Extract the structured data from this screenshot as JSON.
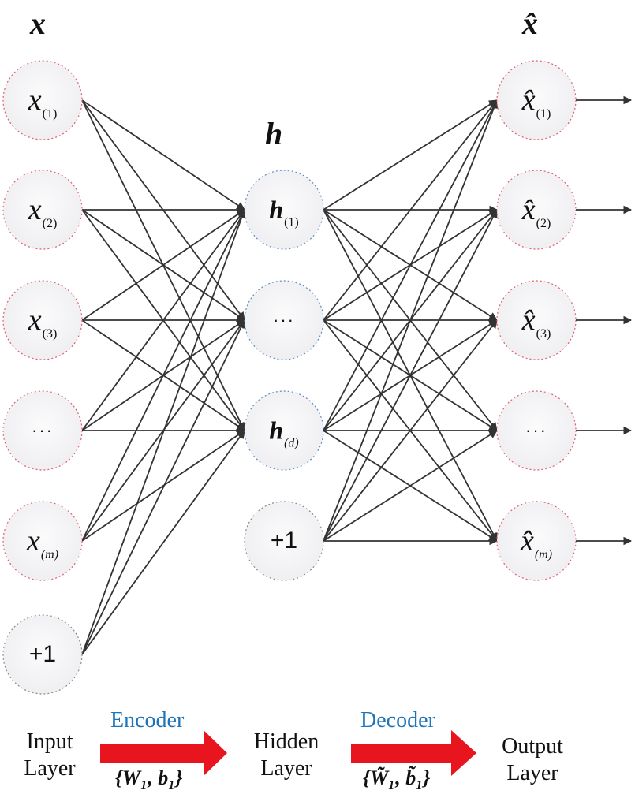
{
  "titles": {
    "input": "x",
    "hidden": "h",
    "output": "x̂"
  },
  "input_nodes": [
    {
      "kind": "var",
      "symbol": "x",
      "sub": "(1)",
      "border": "#e06070"
    },
    {
      "kind": "var",
      "symbol": "x",
      "sub": "(2)",
      "border": "#e06070"
    },
    {
      "kind": "var",
      "symbol": "x",
      "sub": "(3)",
      "border": "#e06070"
    },
    {
      "kind": "dots",
      "symbol": "···",
      "sub": "",
      "border": "#e06070"
    },
    {
      "kind": "var",
      "symbol": "x",
      "sub": "(m)",
      "border": "#e06070"
    },
    {
      "kind": "bias",
      "symbol": "+1",
      "sub": "",
      "border": "#8a8a8a"
    }
  ],
  "hidden_nodes": [
    {
      "kind": "var",
      "symbol": "h",
      "sub": "(1)",
      "border": "#5a8fc8"
    },
    {
      "kind": "dots",
      "symbol": "···",
      "sub": "",
      "border": "#5a8fc8"
    },
    {
      "kind": "var",
      "symbol": "h",
      "sub": "(d)",
      "border": "#5a8fc8"
    },
    {
      "kind": "bias",
      "symbol": "+1",
      "sub": "",
      "border": "#8a8a8a"
    }
  ],
  "output_nodes": [
    {
      "kind": "var",
      "symbol": "x̂",
      "sub": "(1)",
      "border": "#e06070"
    },
    {
      "kind": "var",
      "symbol": "x̂",
      "sub": "(2)",
      "border": "#e06070"
    },
    {
      "kind": "var",
      "symbol": "x̂",
      "sub": "(3)",
      "border": "#e06070"
    },
    {
      "kind": "dots",
      "symbol": "···",
      "sub": "",
      "border": "#e06070"
    },
    {
      "kind": "var",
      "symbol": "x̂",
      "sub": "(m)",
      "border": "#e06070"
    }
  ],
  "captions": {
    "input_layer": [
      "Input",
      "Layer"
    ],
    "hidden_layer": [
      "Hidden",
      "Layer"
    ],
    "output_layer": [
      "Output",
      "Layer"
    ]
  },
  "encoder": {
    "label": "Encoder",
    "params": "{W₁, b₁}"
  },
  "decoder": {
    "label": "Decoder",
    "params": "{W̃₁, b̃₁}"
  },
  "colors": {
    "arrow": "#e8151f",
    "stage_label": "#1e74b8",
    "edge": "#333333",
    "node_fill": "#f4f4f6"
  }
}
